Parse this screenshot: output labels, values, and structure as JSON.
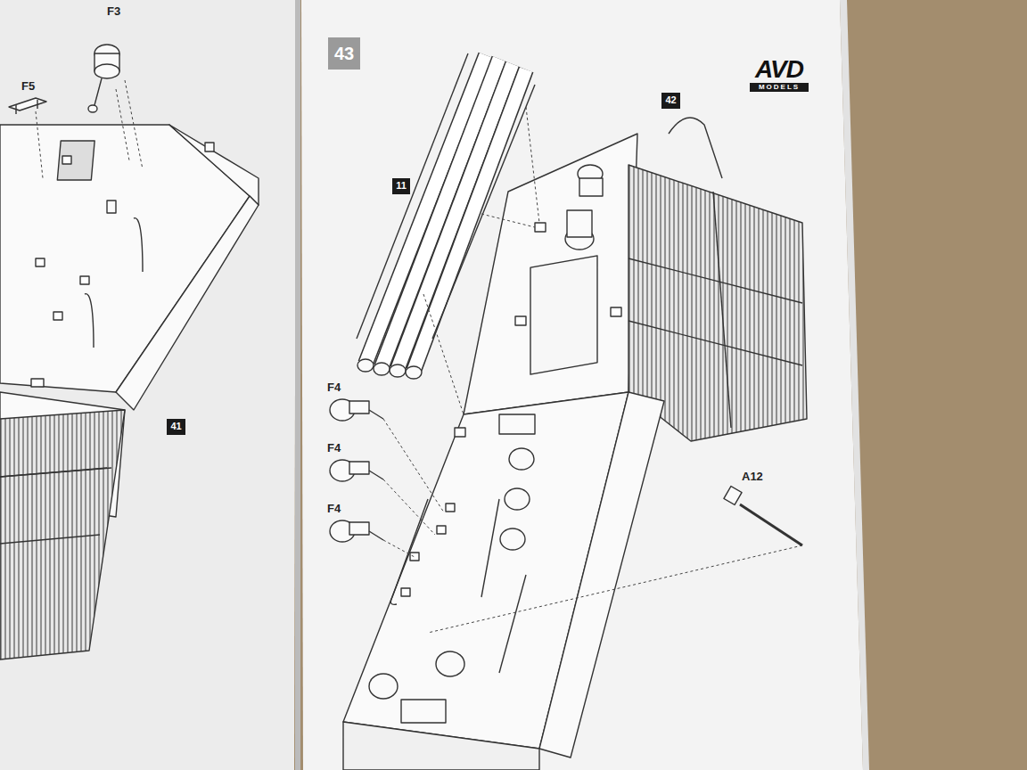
{
  "diagram": {
    "nodes": [
      {
        "text": [
          "43"
        ]
      },
      {
        "text": [
          "AVD",
          "MODELS"
        ]
      },
      {
        "text": [
          "11"
        ]
      },
      {
        "text": [
          "42"
        ]
      },
      {
        "text": [
          "41"
        ]
      }
    ],
    "edges": [],
    "labels": [
      "F3",
      "F5",
      "F4",
      "F4",
      "F4",
      "A12"
    ]
  }
}
